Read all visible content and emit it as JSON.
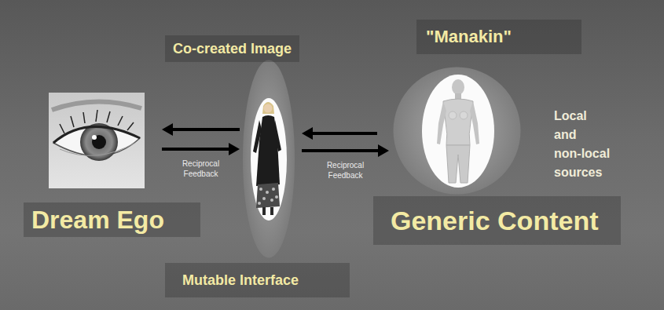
{
  "diagram": {
    "nodes": [
      {
        "text": [
          "Dream Ego"
        ]
      },
      {
        "text": [
          "Co-created Image",
          "Mutable Interface"
        ]
      },
      {
        "text": [
          "\"Manakin\"",
          "Generic Content"
        ]
      }
    ],
    "edges": [
      {
        "from": 1,
        "to": 0,
        "arrow": "to"
      },
      {
        "from": 0,
        "to": 1,
        "arrow": "to",
        "label": "Reciprocal Feedback"
      },
      {
        "from": 2,
        "to": 1,
        "arrow": "to"
      },
      {
        "from": 1,
        "to": 2,
        "arrow": "to",
        "label": "Reciprocal Feedback"
      }
    ],
    "labels": [
      "Local and non-local sources"
    ]
  }
}
